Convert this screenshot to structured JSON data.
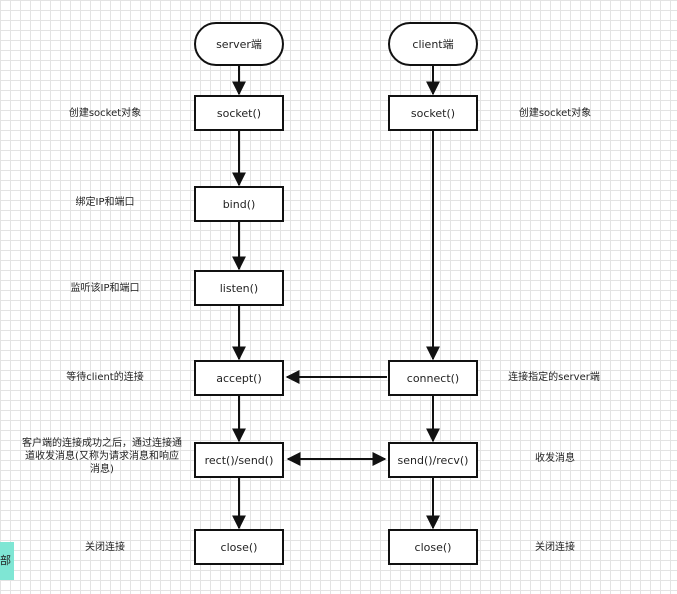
{
  "nodes": {
    "server_start": "server端",
    "client_start": "client端",
    "server_socket": "socket()",
    "client_socket": "socket()",
    "bind": "bind()",
    "listen": "listen()",
    "accept": "accept()",
    "connect": "connect()",
    "server_io": "rect()/send()",
    "client_io": "send()/recv()",
    "server_close": "close()",
    "client_close": "close()"
  },
  "labels": {
    "server_socket": "创建socket对象",
    "client_socket": "创建socket对象",
    "bind": "绑定IP和端口",
    "listen": "监听该IP和端口",
    "accept": "等待client的连接",
    "connect": "连接指定的server端",
    "server_io": "客户端的连接成功之后，通过连接通道收发消息(又称为请求消息和响应消息)",
    "client_io": "收发消息",
    "server_close": "关闭连接",
    "client_close": "关闭连接"
  },
  "side_tab": "部"
}
